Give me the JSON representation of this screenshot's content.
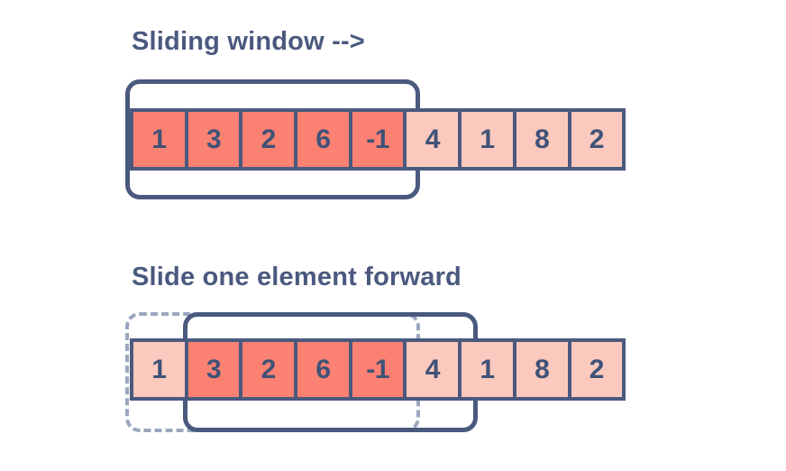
{
  "background_color": "#ffffff",
  "colors": {
    "navy": "#4a597e",
    "text_navy": "#3f5277",
    "cell_active": "#fb8173",
    "cell_inactive": "#fbc9bd",
    "dashed_gray": "#9ba7bf"
  },
  "steps": [
    {
      "caption": "Sliding window -->",
      "array": [
        {
          "value": "1",
          "in_window": true
        },
        {
          "value": "3",
          "in_window": true
        },
        {
          "value": "2",
          "in_window": true
        },
        {
          "value": "6",
          "in_window": true
        },
        {
          "value": "-1",
          "in_window": true
        },
        {
          "value": "4",
          "in_window": false
        },
        {
          "value": "1",
          "in_window": false
        },
        {
          "value": "8",
          "in_window": false
        },
        {
          "value": "2",
          "in_window": false
        }
      ],
      "window": {
        "start_index": 0,
        "size": 5
      },
      "previous_window": null
    },
    {
      "caption": "Slide one element forward",
      "array": [
        {
          "value": "1",
          "in_window": false
        },
        {
          "value": "3",
          "in_window": true
        },
        {
          "value": "2",
          "in_window": true
        },
        {
          "value": "6",
          "in_window": true
        },
        {
          "value": "-1",
          "in_window": true
        },
        {
          "value": "4",
          "in_window": false
        },
        {
          "value": "1",
          "in_window": false
        },
        {
          "value": "8",
          "in_window": false
        },
        {
          "value": "2",
          "in_window": false
        }
      ],
      "window": {
        "start_index": 1,
        "size": 5
      },
      "previous_window": {
        "start_index": 0,
        "size": 5
      }
    }
  ]
}
